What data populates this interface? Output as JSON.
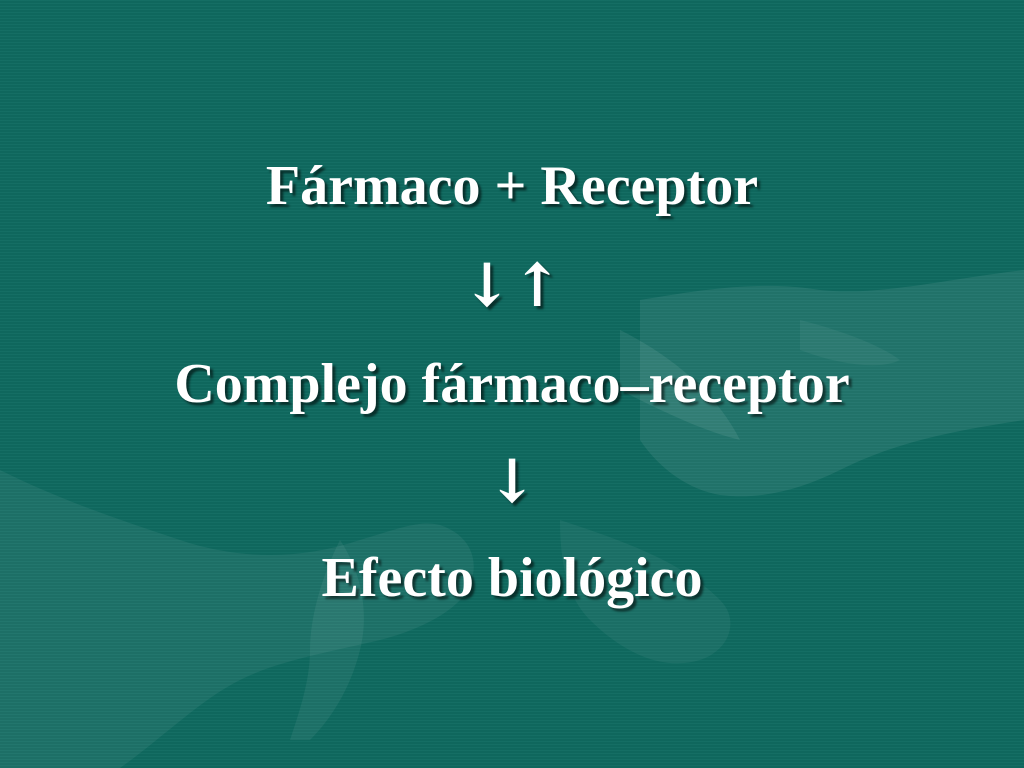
{
  "slide": {
    "line1": "Fármaco + Receptor",
    "arrow1": "↓↑",
    "line2": "Complejo fármaco–receptor",
    "arrow2": "↓",
    "line3": "Efecto biológico"
  },
  "colors": {
    "background": "#0f6a60",
    "text": "#ffffff"
  }
}
